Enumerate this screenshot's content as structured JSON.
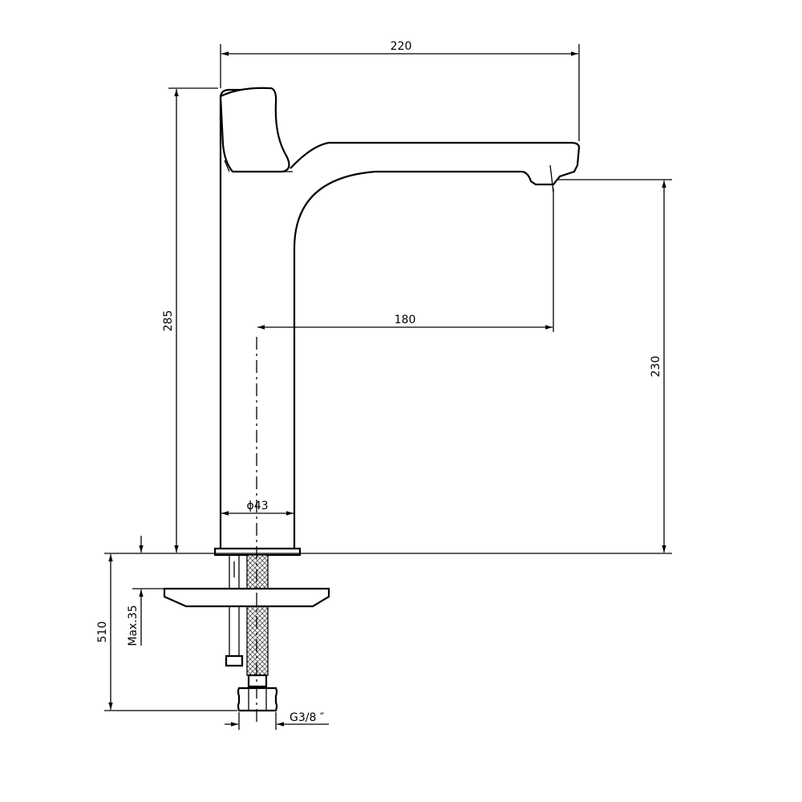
{
  "drawing": {
    "subject": "faucet technical drawing",
    "dimensions": {
      "overall_width": "220",
      "spout_reach": "180",
      "total_height": "285",
      "spout_height": "230",
      "body_diameter": "ϕ43",
      "total_with_hose": "510",
      "max_counter_thickness": "Max.35",
      "connection_thread": "G3/8 ″"
    },
    "colors": {
      "line": "#000000",
      "background": "#ffffff",
      "hose_hatch": "#555555"
    }
  }
}
